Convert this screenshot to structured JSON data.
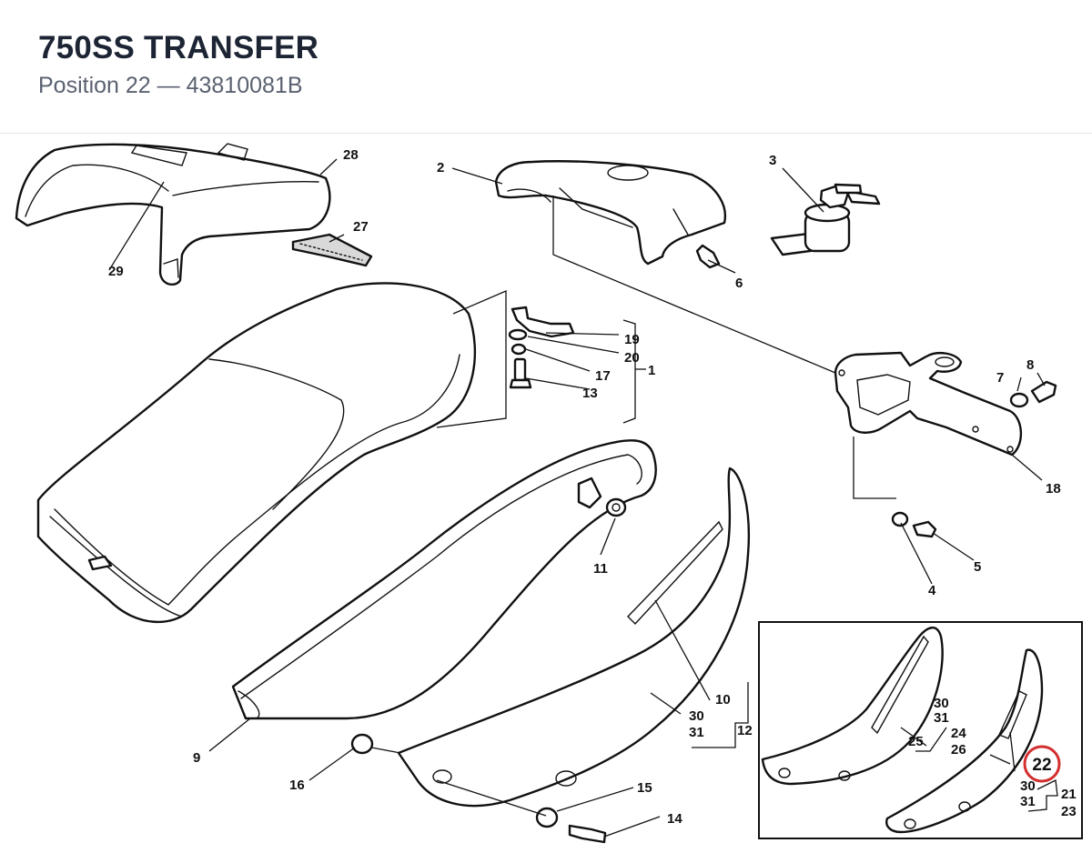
{
  "header": {
    "title": "750SS TRANSFER",
    "subtitle": "Position 22 — 43810081B"
  },
  "highlight": {
    "position": "22",
    "color": "#d32f2f"
  },
  "callouts": {
    "c1": "1",
    "c2": "2",
    "c3": "3",
    "c4": "4",
    "c5": "5",
    "c6": "6",
    "c7": "7",
    "c8": "8",
    "c9": "9",
    "c10": "10",
    "c11": "11",
    "c12": "12",
    "c13": "13",
    "c14": "14",
    "c15": "15",
    "c16": "16",
    "c17": "17",
    "c18": "18",
    "c19": "19",
    "c20": "20",
    "c27": "27",
    "c28": "28",
    "c29": "29",
    "c30": "30",
    "c31": "31"
  },
  "inset": {
    "c21": "21",
    "c22": "22",
    "c23": "23",
    "c24": "24",
    "c25": "25",
    "c26": "26",
    "c30a": "30",
    "c31a": "31",
    "c30b": "30",
    "c31b": "31"
  }
}
